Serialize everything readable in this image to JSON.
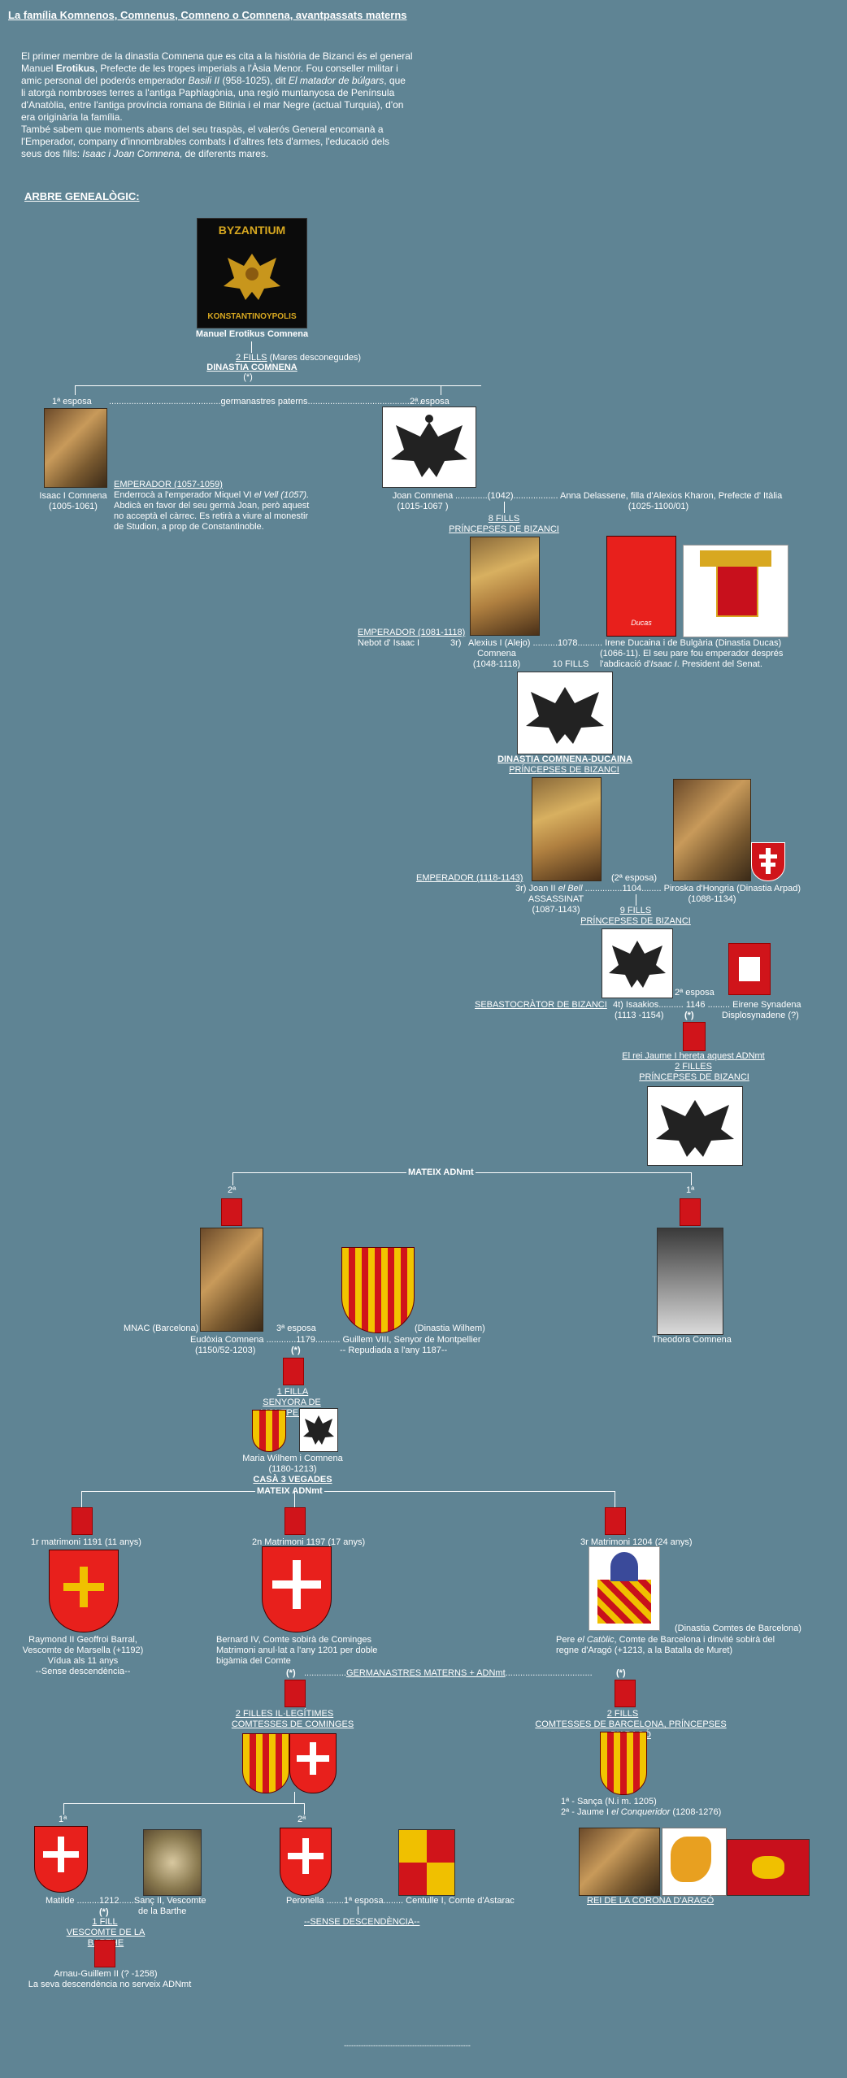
{
  "title": "La família Komnenos, Comnenus, Comneno o Comnena, avantpassats materns",
  "intro": [
    "El primer membre de la dinastia Comnena que es cita a la història de Bizanci és el general",
    "Manuel Erotikus, Prefecte de les tropes imperials a l'Àsia Menor. Fou conseller militar i",
    "amic personal del poderós emperador Basili II (958-1025), dit El matador de búlgars, que",
    "li atorgà nombroses terres a l'antiga Paphlagònia, una regió muntanyosa de Península",
    "d'Anatòlia, entre l'antiga província romana de Bitinia i el mar Negre (actual Turquia), d'on",
    "era originària la família.",
    "També sabem que moments abans del seu traspàs, el valerós General encomanà a",
    "l'Emperador, company d'innombrables combats i d'altres fets d'armes, l'educació dels",
    "seus dos fills: Isaac i Joan Comnena, de diferents mares."
  ],
  "arbre": "ARBRE GENEALÒGIC:",
  "byzantium_top": "BYZANTIUM",
  "byzantium_bottom": "KONSTANTINOYPOLIS",
  "manuel": "Manuel Erotikus Comnena",
  "fills2": "2 FILLS",
  "mares": "(Mares desconegudes)",
  "dinastia_comnena": "DINASTIA COMNENA",
  "asterisk": "(*)",
  "esposa1": "1ª esposa",
  "germanastres": "germanastres paterns",
  "esposa2": "2ª esposa",
  "isaac_name": "Isaac I Comnena",
  "isaac_dates": "(1005-1061)",
  "isaac_emp": "EMPERADOR (1057-1059)",
  "isaac_text": [
    "Enderrocà a l'emperador Miquel VI el Vell (1057).",
    "Abdicà en favor del seu germà Joan, però aquest",
    "no acceptà el càrrec. Es retirà a viure al monestir",
    "de Studion, a prop de Constantinoble."
  ],
  "joan_name": "Joan Comnena",
  "joan_dates": "(1015-1067 )",
  "joan_marriage": "(1042)",
  "anna": "Anna Delassene, filla d'Alexios Kharon, Prefecte d' Itàlia",
  "anna_dates": "(1025-1100/01)",
  "fills8": "8 FILLS",
  "princepses": "PRÍNCEPSES DE BIZANCI",
  "alexius_emp": "EMPERADOR (1081-1118)",
  "alexius_nebot": "Nebot d' Isaac I",
  "alexius_num": "3r)",
  "alexius_name": "Alexius I (Alejo)",
  "alexius_surname": "Comnena",
  "alexius_dates": "(1048-1118)",
  "alexius_year": "1078",
  "fills10": "10 FILLS",
  "irene_name": "Irene Ducaina i de Bulgària  (Dinastia Ducas)",
  "irene_text": [
    "(1066-11). El seu pare fou emperador després",
    "l'abdicació d'Isaac I. President del Senat."
  ],
  "ducas_label": "Ducas",
  "dinastia_ducaina": "DINASTIA COMNENA-DUCAINA",
  "joan2_emp": "EMPERADOR (1118-1143)",
  "joan2_esposa": "(2ª esposa)",
  "joan2_name": "3r) Joan II el Bell",
  "joan2_year": "1104",
  "joan2_assas": "ASSASSINAT",
  "joan2_dates": "(1087-1143)",
  "piroska": "Piroska d'Hongria (Dinastia Arpad)",
  "piroska_dates": "(1088-1134)",
  "fills9": "9 FILLS",
  "sebasto": "SEBASTOCRÀTOR DE BIZANCI",
  "isaakios_esposa": "2ª esposa",
  "isaakios_name": "4t) Isaakios",
  "isaakios_year": "1146",
  "isaakios_dates": "(1113 -1154)",
  "eirene": "Eirene Synadena",
  "eirene2": "Displosynadene  (?)",
  "jaume_herencia": "El rei Jaume I hereta aquest ADNmt",
  "fills2b": "2 FILLES",
  "mateix": "MATEIX ADNmt",
  "segona": "2ª",
  "primera": "1ª",
  "mnac": "MNAC (Barcelona)",
  "eudoxia_esposa": "3ª esposa",
  "eudoxia_name": "Eudòxia Comnena",
  "eudoxia_year": "1179",
  "eudoxia_dates": "(1150/52-1203)",
  "guillem": "Guillem VIII, Senyor de Montpellier",
  "repudiada": "-- Repudiada a l'any 1187--",
  "dinastia_wilhem": "(Dinastia Wilhem)",
  "theodora": "Theodora Comnena",
  "filla1": "1 FILLA",
  "senyora": "SENYORA DE MONTPELLIER",
  "maria": "Maria  Wilhem i Comnena",
  "maria_dates": "(1180-1213)",
  "casa3": "CASÀ 3 VEGADES",
  "mateix2": "MATEIX ADNmt",
  "m1": "1r matrimoni 1191 (11 anys)",
  "m2": "2n Matrimoni 1197 (17 anys)",
  "m3": "3r Matrimoni 1204 (24 anys)",
  "raymond": [
    "Raymond II Geoffroi Barral,",
    "Vescomte de Marsella (+1192)",
    "Vídua als 11 anys",
    "--Sense descendència--"
  ],
  "bernard": [
    "Bernard IV, Comte sobirà de Cominges",
    "Matrimoni anul·lat a l'any 1201 per doble",
    "bigàmia del Comte"
  ],
  "dinastia_comtes": "(Dinastia Comtes de Barcelona)",
  "pere": [
    "Pere el Catòlic, Comte de Barcelona i dinvité sobirà  del",
    "regne d'Aragó  (+1213, a la Batalla de Muret)"
  ],
  "germ_materns": "GERMANASTRES MATERNS + ADNmt",
  "filles_leg": "2 FILLES IL·LEGÍTIMES",
  "comtesses_com": "COMTESSES DE COMINGES",
  "fills2c": "2 FILLS",
  "comtesses_bcn": "COMTESSES DE BARCELONA, PRÍNCEPSES D'ARAGÓ",
  "sanca": "1ª - Sança (N.i m. 1205)",
  "jaume": "2ª - Jaume I el Conqueridor (1208-1276)",
  "rei_corona": "REI  DE LA CORONA D'ARAGÓ",
  "matilde": "Matilde",
  "matilde_year": "1212",
  "sanc": "Sanç II, Vescomte",
  "sanc2": "de la Barthe",
  "peronella": "Peronella",
  "peronella_esp": "1ª esposa",
  "centulle": "Centulle I, Comte d'Astarac",
  "sense_desc": "--SENSE  DESCENDÈNCIA--",
  "fill1": "1 FILL",
  "vescomte_barthe": "VESCOMTE DE LA BARTHE",
  "arnau": "Arnau-Guillem II (? -1258)",
  "seva": "La seva descendència no serveix ADNmt",
  "footer_line": "----------------------------------------------------"
}
